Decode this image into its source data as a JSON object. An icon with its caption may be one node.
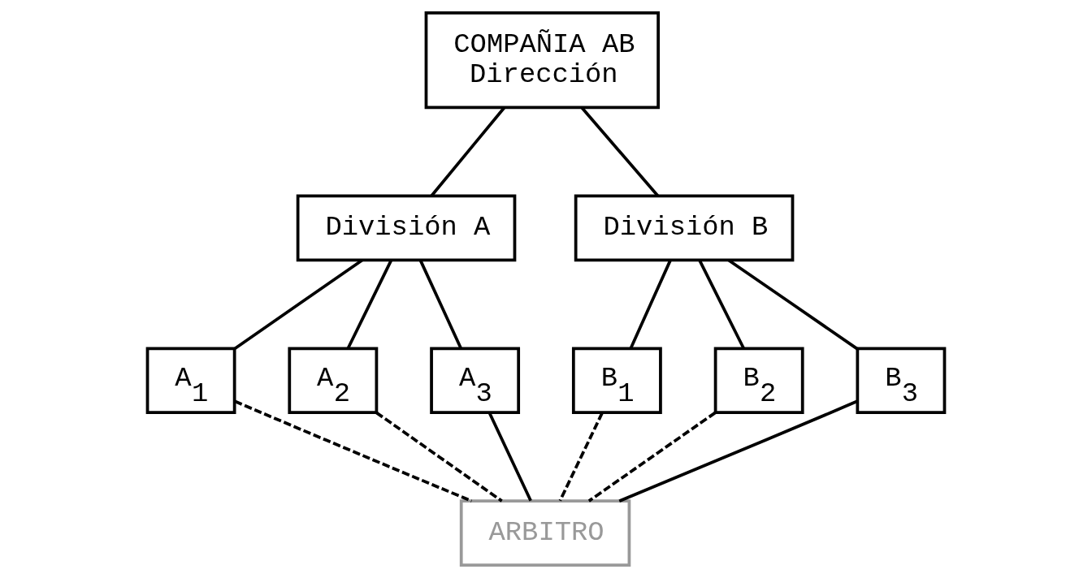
{
  "diagram": {
    "nodes": [
      {
        "text": [
          "COMPAÑIA AB",
          "Dirección"
        ]
      },
      {
        "text": [
          "División A"
        ]
      },
      {
        "text": [
          "División B"
        ]
      },
      {
        "text": [
          "A$_{1}$"
        ]
      },
      {
        "text": [
          "A$_{2}$"
        ]
      },
      {
        "text": [
          "A$_{3}$"
        ]
      },
      {
        "text": [
          "ARBITRO"
        ]
      },
      {
        "text": [
          "B$_{1}$"
        ]
      },
      {
        "text": [
          "B$_{2}$"
        ]
      },
      {
        "text": [
          "B$_{3}$"
        ]
      }
    ],
    "edges": [
      {
        "from": 0,
        "to": 1,
        "arrow": "none"
      },
      {
        "from": 0,
        "to": 2,
        "arrow": "none"
      },
      {
        "from": 1,
        "to": 3,
        "arrow": "none"
      },
      {
        "from": 1,
        "to": 4,
        "arrow": "none"
      },
      {
        "from": 1,
        "to": 5,
        "arrow": "none"
      },
      {
        "from": 2,
        "to": 7,
        "arrow": "none"
      },
      {
        "from": 2,
        "to": 8,
        "arrow": "none"
      },
      {
        "from": 2,
        "to": 9,
        "arrow": "none"
      },
      {
        "from": 3,
        "to": 6,
        "arrow": "none",
        "style": "dashed"
      },
      {
        "from": 4,
        "to": 6,
        "arrow": "none",
        "style": "dashed"
      },
      {
        "from": 5,
        "to": 6,
        "arrow": "none"
      },
      {
        "from": 7,
        "to": 6,
        "arrow": "none",
        "style": "dashed"
      },
      {
        "from": 8,
        "to": 6,
        "arrow": "none",
        "style": "dashed"
      },
      {
        "from": 9,
        "to": 6,
        "arrow": "none"
      }
    ]
  }
}
